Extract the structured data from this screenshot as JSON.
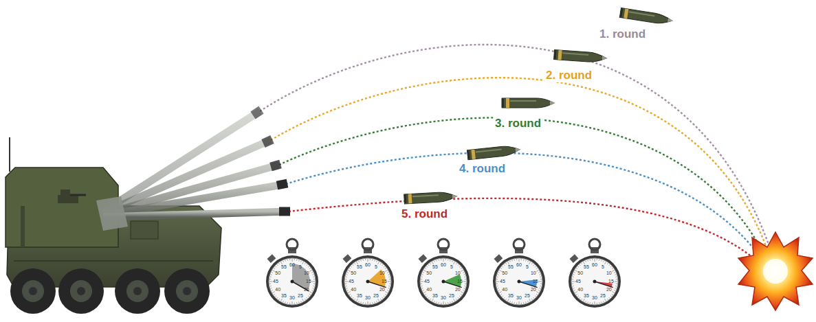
{
  "diagram": {
    "labels": [
      "1. round",
      "2. round",
      "3. round",
      "4. round",
      "5. round",
      "60",
      "5",
      "10",
      "15",
      "20",
      "25",
      "30",
      "35",
      "40",
      "45",
      "50",
      "55",
      "60",
      "5",
      "10",
      "15",
      "20",
      "25",
      "30",
      "35",
      "40",
      "45",
      "50",
      "55",
      "60",
      "5",
      "10",
      "15",
      "20",
      "25",
      "30",
      "35",
      "40",
      "45",
      "50",
      "55",
      "60",
      "5",
      "10",
      "15",
      "20",
      "25",
      "30",
      "35",
      "40",
      "45",
      "50",
      "55",
      "60",
      "5",
      "10",
      "15",
      "20",
      "25",
      "30",
      "35",
      "40",
      "45",
      "50",
      "55"
    ]
  }
}
